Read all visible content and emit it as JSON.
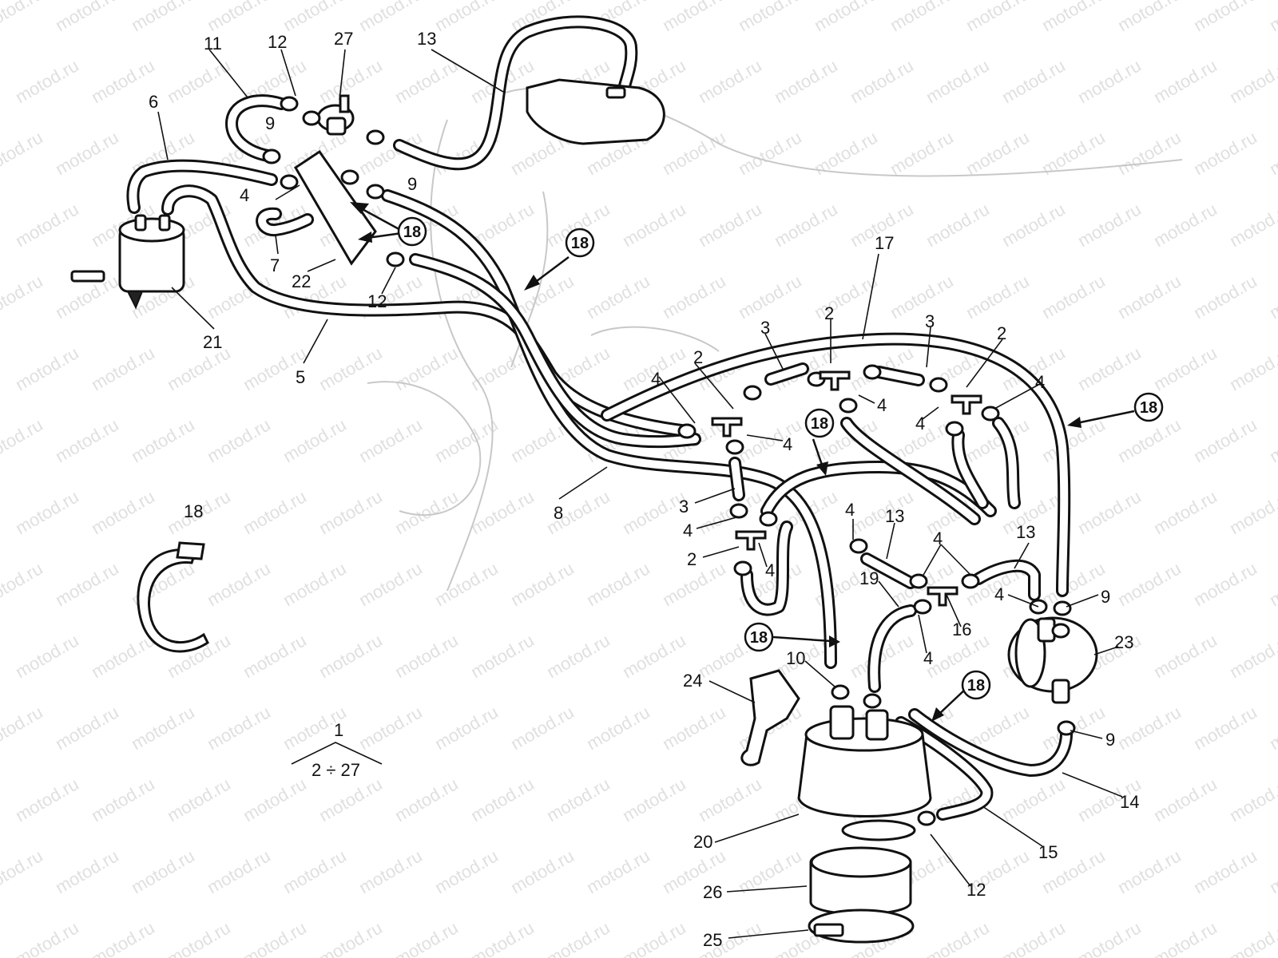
{
  "watermark": "motod.ru",
  "labels": {
    "l1": "1",
    "l2a": "2",
    "l2b": "2",
    "l2c": "2",
    "l2d": "2",
    "l3a": "3",
    "l3b": "3",
    "l3c": "3",
    "l4a": "4",
    "l4b": "4",
    "l4c": "4",
    "l4d": "4",
    "l4e": "4",
    "l4f": "4",
    "l4g": "4",
    "l4h": "4",
    "l4i": "4",
    "l4j": "4",
    "l4k": "4",
    "l4l": "4",
    "l5": "5",
    "l6": "6",
    "l7": "7",
    "l8": "8",
    "l9a": "9",
    "l9b": "9",
    "l9c": "9",
    "l9d": "9",
    "l10": "10",
    "l11": "11",
    "l12a": "12",
    "l12b": "12",
    "l12c": "12",
    "l13a": "13",
    "l13b": "13",
    "l13c": "13",
    "l14": "14",
    "l15": "15",
    "l16": "16",
    "l17": "17",
    "l18": "18",
    "l19": "19",
    "l20": "20",
    "l21": "21",
    "l22": "22",
    "l23": "23",
    "l24": "24",
    "l25": "25",
    "l26": "26",
    "l27": "27",
    "kit_range": "2 ÷ 27"
  },
  "callouts": {
    "c1": "18",
    "c2": "18",
    "c3": "18",
    "c4": "18",
    "c5": "18",
    "c6": "18"
  }
}
